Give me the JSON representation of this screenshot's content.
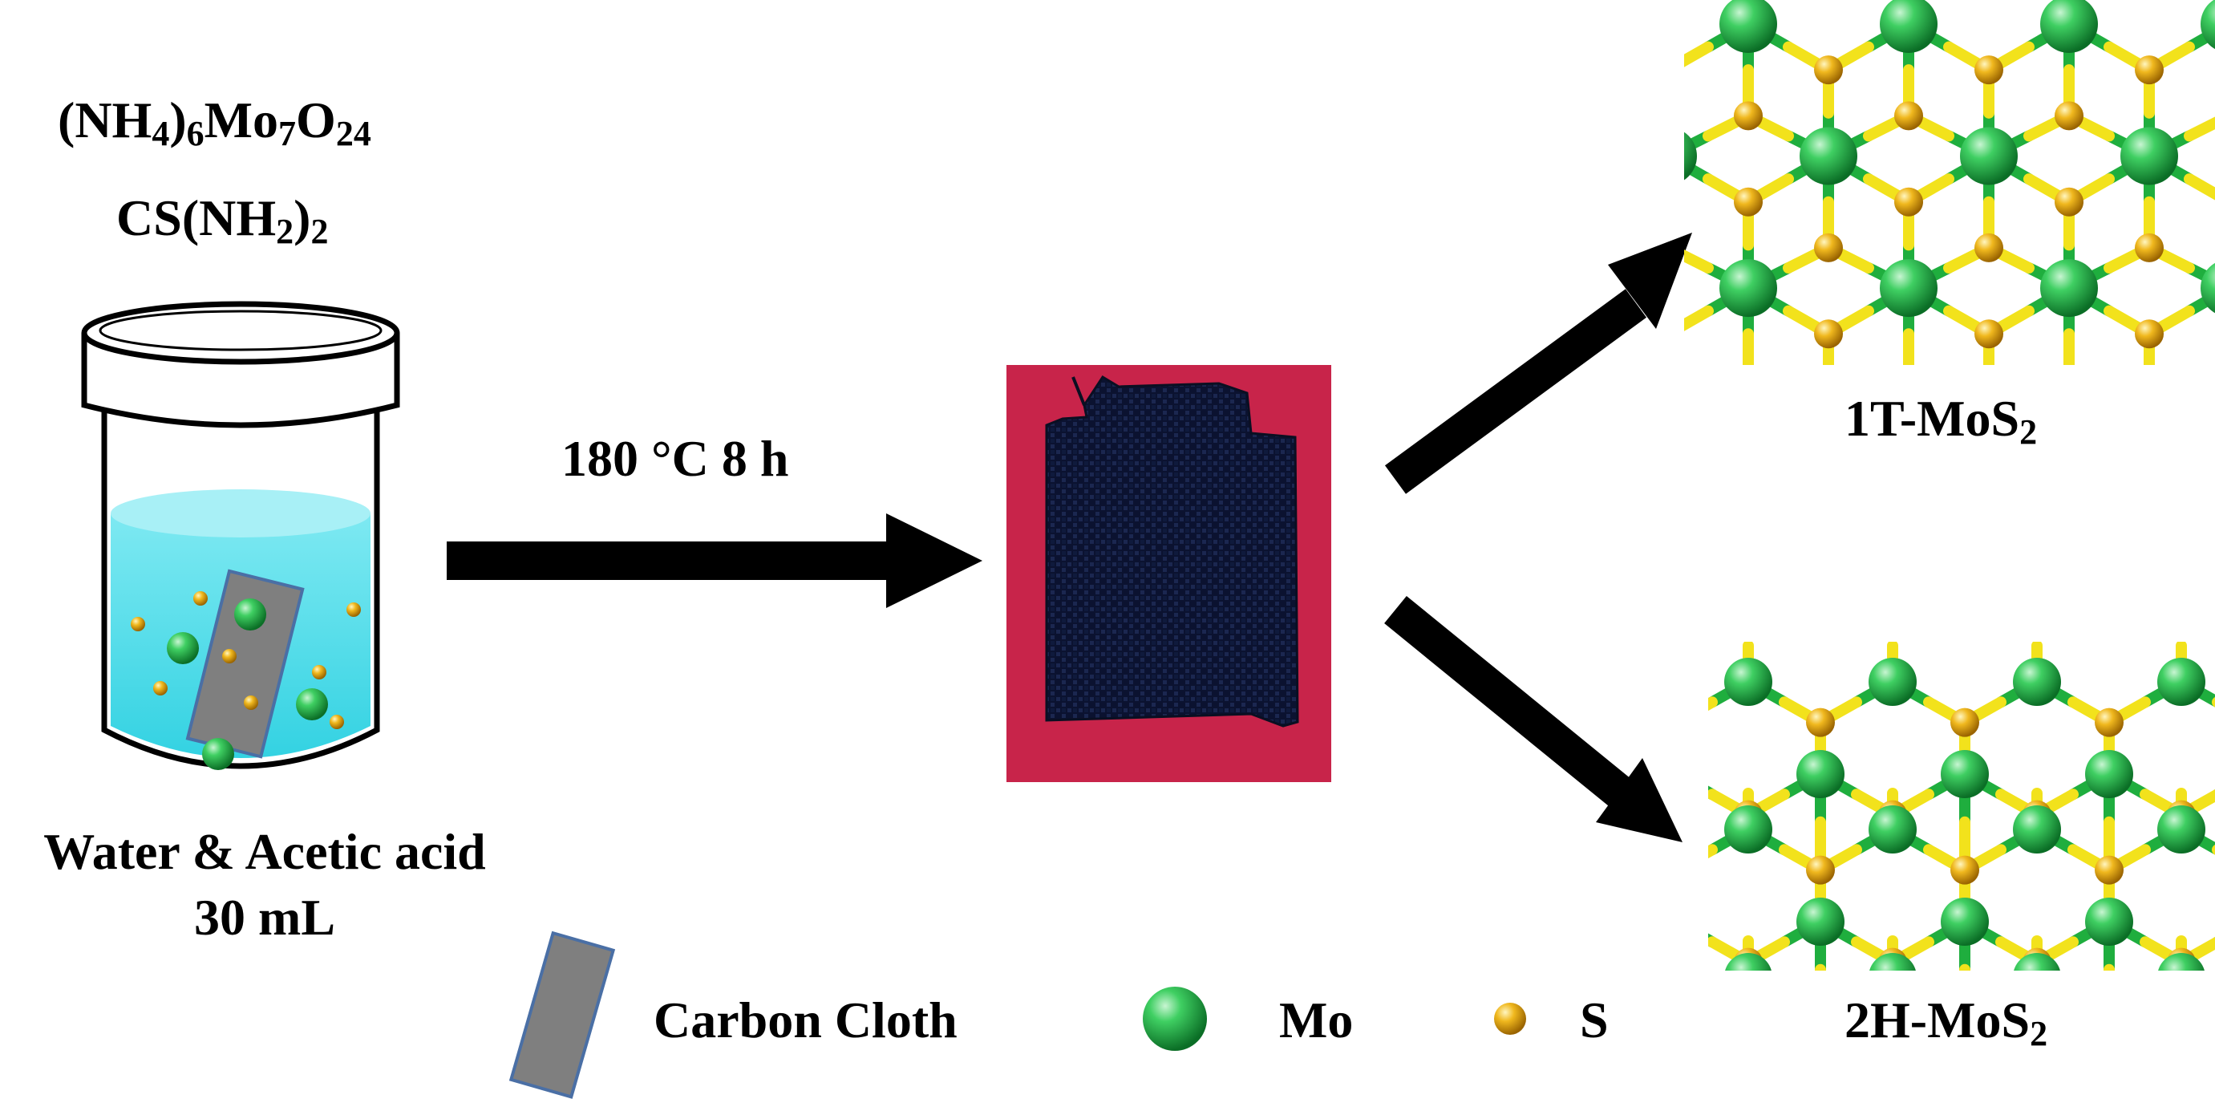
{
  "reagents": {
    "formula1": {
      "p1": "(NH",
      "s1": "4",
      "p2": ")",
      "s2": "6",
      "p3": "Mo",
      "s3": "7",
      "p4": "O",
      "s4": "24"
    },
    "formula2": {
      "p1": "CS(NH",
      "s1": "2",
      "p2": ")",
      "s2": "2"
    }
  },
  "solvent": {
    "line1": "Water & Acetic acid",
    "line2": "30 mL"
  },
  "condition": "180 °C 8 h",
  "products": {
    "top": {
      "main": "1T-MoS",
      "sub": "2"
    },
    "bottom": {
      "main": "2H-MoS",
      "sub": "2"
    }
  },
  "legend": {
    "carbon_cloth": "Carbon Cloth",
    "mo": "Mo",
    "s": "S"
  },
  "colors": {
    "solution": "#5ee0ec",
    "solution_top": "#a6f1f7",
    "carbon_cloth": "#7f7f7f",
    "carbon_cloth_border": "#4a6fa5",
    "mo_atom": "#1fae3e",
    "s_atom": "#f2e21c",
    "photo_background": "#c8244a",
    "cloth": "#0d1530"
  }
}
